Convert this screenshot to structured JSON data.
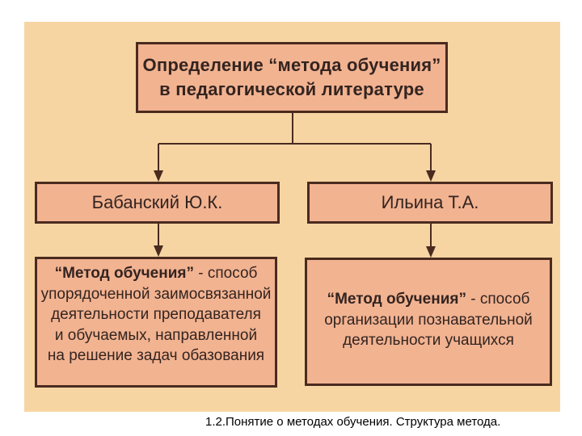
{
  "diagram": {
    "title_line1": "Определение “метода обучения”",
    "title_line2": "в педагогической литературе",
    "left": {
      "author": "Бабанский Ю.К.",
      "definition_lead": "“Метод обучения”",
      "definition_line1_rest": " - способ",
      "definition_line2": "упорядоченной заимосвязанной",
      "definition_line3": "деятельности преподавателя",
      "definition_line4": "и обучаемых, направленной",
      "definition_line5": "на решение задач обазования"
    },
    "right": {
      "author": "Ильина Т.А.",
      "definition_lead": "“Метод обучения”",
      "definition_line1_rest": " - способ",
      "definition_line2": "организации познавательной",
      "definition_line3": "деятельности учащихся"
    }
  },
  "caption": "1.2.Понятие о методах обучения. Структура метода.",
  "colors": {
    "slide_background": "#f7d5a3",
    "box_fill": "#f2b391",
    "box_border": "#4a2b1f",
    "text": "#332420"
  }
}
